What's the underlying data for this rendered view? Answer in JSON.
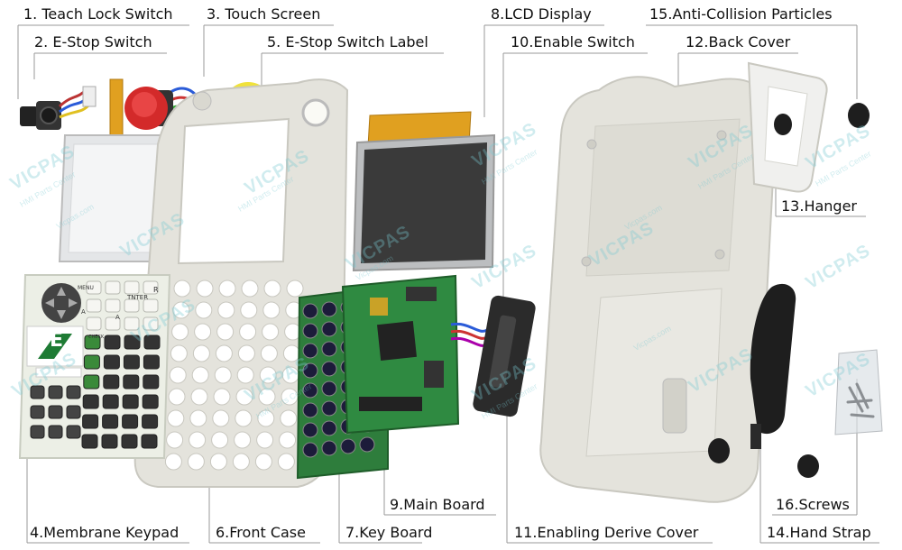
{
  "colors": {
    "case": "#e4e3dc",
    "case_shadow": "#c9c8c0",
    "pcb": "#2e7d3c",
    "lcd": "#3a3a3a",
    "estop_red": "#d32a2a",
    "ribbon": "#e0a020",
    "watermark": "#7cc8d2",
    "leader": "#999999"
  },
  "labels": {
    "teach_lock": "1. Teach Lock Switch",
    "estop_switch": "2. E-Stop Switch",
    "touch_screen": "3. Touch Screen",
    "membrane_keypad": "4.Membrane Keypad",
    "estop_label": "5. E-Stop Switch Label",
    "front_case": "6.Front Case",
    "key_board": "7.Key Board",
    "lcd_display": "8.LCD Display",
    "main_board": "9.Main Board",
    "enable_switch": "10.Enable Switch",
    "enabling_cover": "11.Enabling Derive Cover",
    "back_cover": "12.Back Cover",
    "hanger": "13.Hanger",
    "hand_strap": "14.Hand Strap",
    "anti_collision": "15.Anti-Collision Particles",
    "screws": "16.Screws"
  },
  "watermark": {
    "brand": "VICPAS",
    "sub": "HMI Parts Center",
    "url": "Vicpas.com"
  },
  "keypad": {
    "keys": [
      "MENU",
      "TNTER",
      "R",
      "A",
      "A",
      "CHECK",
      "E"
    ]
  }
}
